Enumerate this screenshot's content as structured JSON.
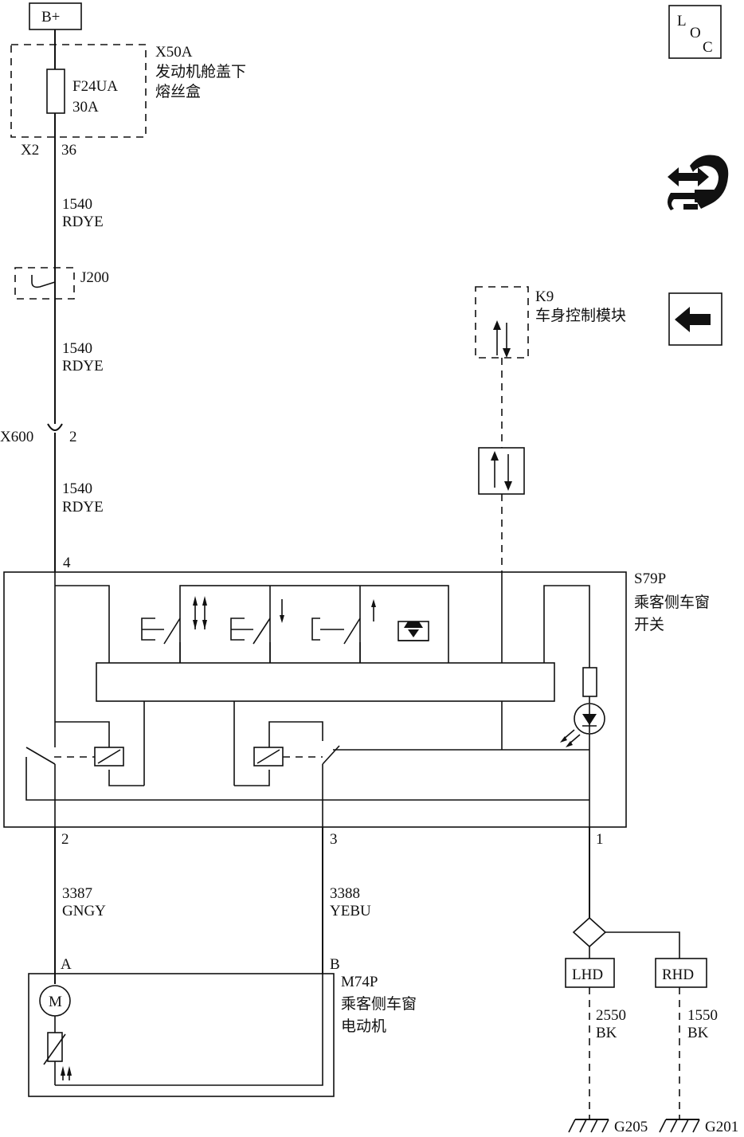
{
  "power": {
    "label": "B+"
  },
  "fuse_box": {
    "id": "X50A",
    "name_line1": "发动机舱盖下",
    "name_line2": "熔丝盒",
    "connector": "X2",
    "pin": "36"
  },
  "fuse": {
    "id": "F24UA",
    "rating": "30A"
  },
  "wire_1": {
    "circuit": "1540",
    "color": "RDYE"
  },
  "splice": {
    "id": "J200"
  },
  "wire_2": {
    "circuit": "1540",
    "color": "RDYE"
  },
  "inline_connector": {
    "id": "X600",
    "pin": "2"
  },
  "wire_3": {
    "circuit": "1540",
    "color": "RDYE"
  },
  "bcm": {
    "id": "K9",
    "name": "车身控制模块"
  },
  "switch": {
    "id": "S79P",
    "name_line1": "乘客侧车窗",
    "name_line2": "开关",
    "pin_power": "4",
    "pin_a": "2",
    "pin_b": "3",
    "pin_ground": "1"
  },
  "wire_4": {
    "circuit": "3387",
    "color": "GNGY"
  },
  "wire_5": {
    "circuit": "3388",
    "color": "YEBU"
  },
  "motor": {
    "id": "M74P",
    "name_line1": "乘客侧车窗",
    "name_line2": "电动机",
    "pin_a": "A",
    "pin_b": "B",
    "symbol": "M"
  },
  "lhd_branch": {
    "label": "LHD",
    "circuit": "2550",
    "color": "BK",
    "ground": "G205"
  },
  "rhd_branch": {
    "label": "RHD",
    "circuit": "1550",
    "color": "BK",
    "ground": "G201"
  },
  "icons": {
    "loc": {
      "l": "L",
      "o": "O",
      "c": "C"
    },
    "network": "arrows-and-wrench-icon",
    "back": "left-arrow-icon"
  }
}
